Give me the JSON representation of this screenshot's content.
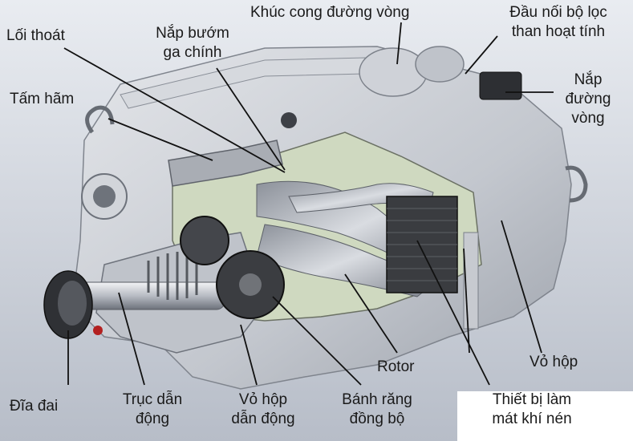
{
  "labels": {
    "loi_thoat": "Lối thoát",
    "nap_buom_ga": "Nắp bướm\nga chính",
    "khuc_cong": "Khúc cong đường vòng",
    "dau_noi": "Đầu nối bộ lọc\nthan hoạt tính",
    "tam_ham": "Tấm hãm",
    "nap_duong_vong": "Nắp\nđường\nvòng",
    "rotor": "Rotor",
    "vo_hop": "Vỏ hộp",
    "dia_dai": "Đĩa đai",
    "truc_dan": "Trục dẫn\nđộng",
    "vo_hop_dan": "Vỏ hộp\ndẫn động",
    "banh_rang": "Bánh răng\nđồng bộ",
    "thiet_bi": "Thiết bị làm\nmát khí nén"
  },
  "colors": {
    "housing": "#c9ccd3",
    "housing_dark": "#8e939c",
    "cutaway": "#cfd9c0",
    "background": "#b9c0cc",
    "leader": "#111111"
  }
}
